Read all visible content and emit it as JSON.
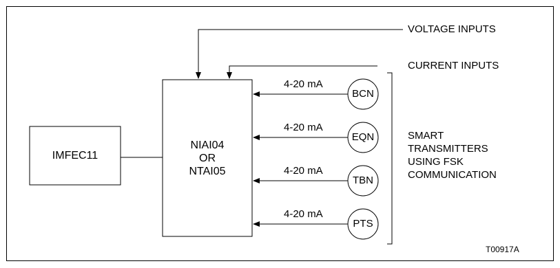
{
  "diagram": {
    "voltage_inputs": "VOLTAGE INPUTS",
    "current_inputs": "CURRENT INPUTS",
    "left_block": "IMFEC11",
    "main_block_lines": [
      "NIAI04",
      "OR",
      "NTAI05"
    ],
    "signal_label": "4-20 mA",
    "transmitters": [
      "BCN",
      "EQN",
      "TBN",
      "PTS"
    ],
    "smart_lines": [
      "SMART",
      "TRANSMITTERS",
      "USING FSK",
      "COMMUNICATION"
    ],
    "figure_id": "T00917A"
  },
  "colors": {
    "line": "#000000",
    "background": "#ffffff"
  }
}
